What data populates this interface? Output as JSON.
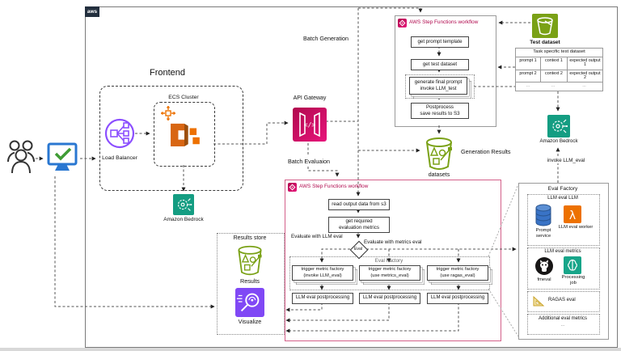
{
  "app": {
    "aws_logo": "aws"
  },
  "colors": {
    "pink": "#C7366F",
    "pink_text": "#B0084D",
    "orange": "#ED7100",
    "green": "#7AA116",
    "teal": "#149D82",
    "purple": "#8C4FFF",
    "viz_purple": "#8048F5",
    "blue": "#2977D1"
  },
  "frontend": {
    "title": "Frontend",
    "load_balancer": "Load Balancer",
    "ecs_cluster": "ECS Cluster",
    "bedrock": "Amazon Bedrock"
  },
  "api_gateway": {
    "label": "API Gateway",
    "icon_glyph": "</>"
  },
  "labels": {
    "batch_generation": "Batch Generation",
    "batch_evaluation": "Batch Evaluaion",
    "generation_results": "Generation Results",
    "invoke_llm_eval": "invoke LLM_eval"
  },
  "generation_workflow": {
    "title": "AWS Step Functions workflow",
    "step1": "get prompt template",
    "step2": "get test dataset",
    "step3": "generate final prompt\ninvoke LLM_test",
    "step4": "Postprocess\nsave results to S3"
  },
  "test_dataset": {
    "icon_label": "Test dataset",
    "table_title": "Task specific test dataset",
    "rows": [
      [
        "prompt 1",
        "context 1",
        "expected output 1"
      ],
      [
        "prompt 2",
        "context 2",
        "expected output 2"
      ],
      [
        "...",
        "...",
        "..."
      ]
    ]
  },
  "bedrock_eval": {
    "label": "Amazon Bedrock"
  },
  "datasets_bucket": {
    "label": "datasets"
  },
  "evaluation_workflow": {
    "title": "AWS Step Functions workflow",
    "step1": "read output data from s3",
    "step2": "get required\nevaluation metrics",
    "branch_llm": "Evaluate with LLM eval",
    "branch_metrics": "Evaluate with metrics eval",
    "decision": "Eval",
    "factory_title": "Eval Factory",
    "trigger1": "trigger metric factory\n(invoke LLM_eval)",
    "trigger2": "trigger metric factory\n(use metrics_eval)",
    "trigger3": "trigger metric factory\n(use ragas_eval)",
    "post1": "LLM eval postprocessing",
    "post2": "LLM eval postprocessing",
    "post3": "LLM eval postprocessing"
  },
  "results_store": {
    "title": "Results store",
    "results": "Results",
    "visualize": "Visualize"
  },
  "eval_factory": {
    "title": "Eval Factory",
    "llm_eval_llm": {
      "title": "LLM eval LLM",
      "prompt_service": "Prompt\nservice",
      "worker": "LLM eval worker",
      "lambda_glyph": "λ"
    },
    "llm_eval_metrics": {
      "title": "LLM eval metrics",
      "fmeval": "fmeval",
      "processing_job": "Processing\njob"
    },
    "ragas": "RAGAS eval",
    "additional": "Additional eval metrics",
    "more": "..."
  }
}
